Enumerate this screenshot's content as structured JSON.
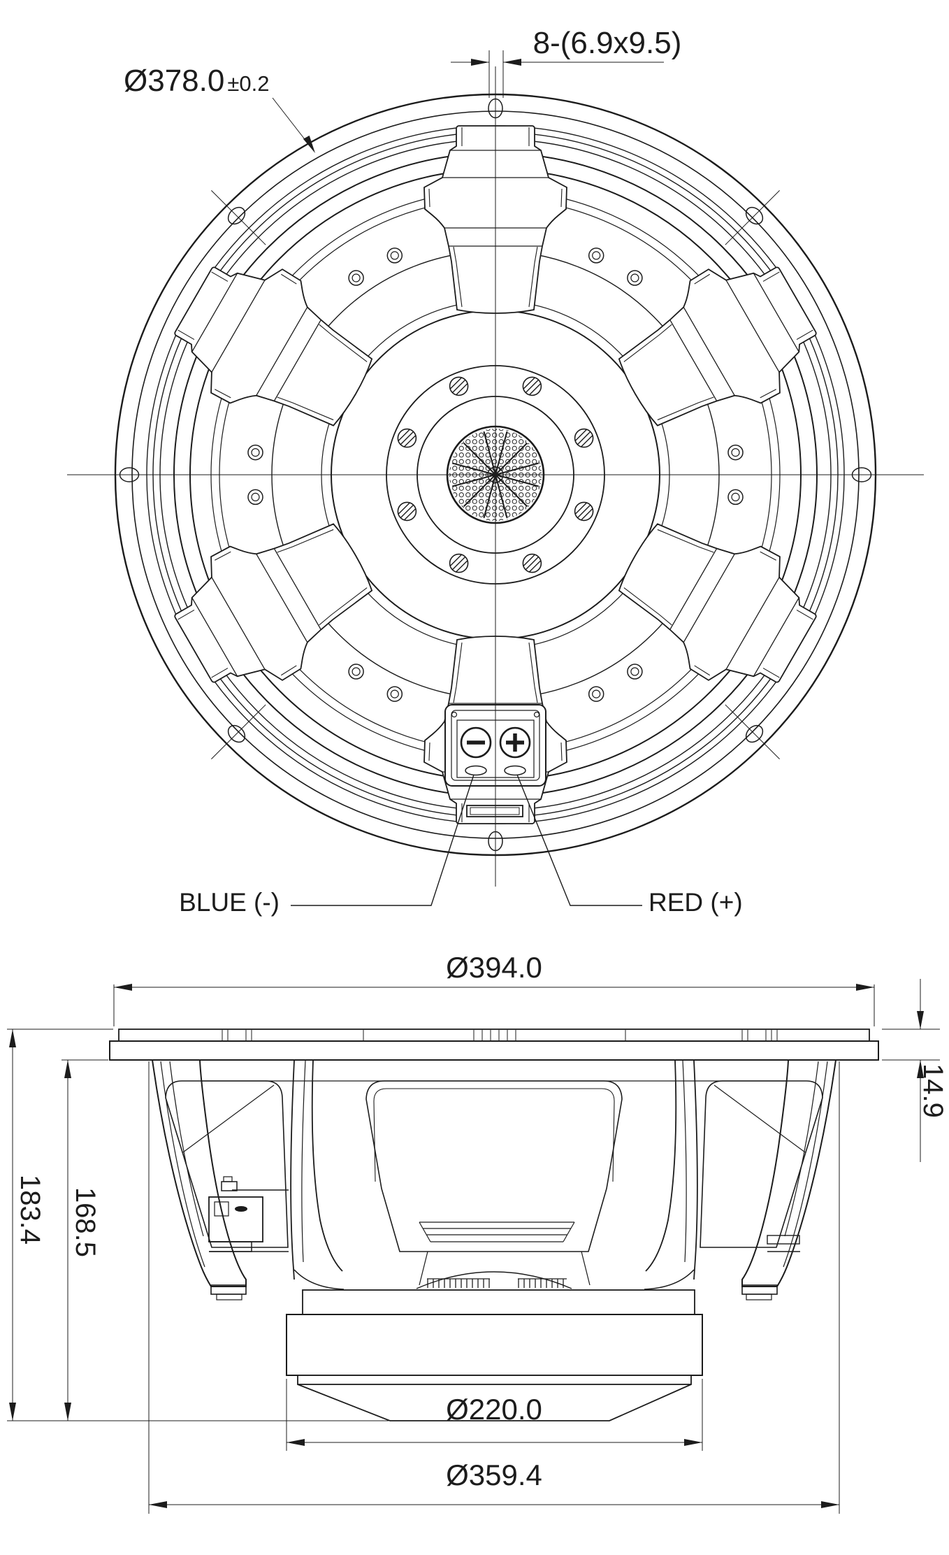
{
  "front_view": {
    "hole_callout": "8-(6.9x9.5)",
    "diameter_callout": "Ø378.0",
    "diameter_tolerance": "±0.2",
    "negative_terminal_label": "BLUE (-)",
    "positive_terminal_label": "RED (+)"
  },
  "side_view": {
    "overall_diameter": "Ø394.0",
    "flange_height": "14.9",
    "total_depth": "183.4",
    "mounting_depth": "168.5",
    "magnet_diameter": "Ø220.0",
    "rear_clearance_diameter": "Ø359.4"
  },
  "colors": {
    "ink": "#1c1c1c",
    "paper": "#ffffff"
  }
}
